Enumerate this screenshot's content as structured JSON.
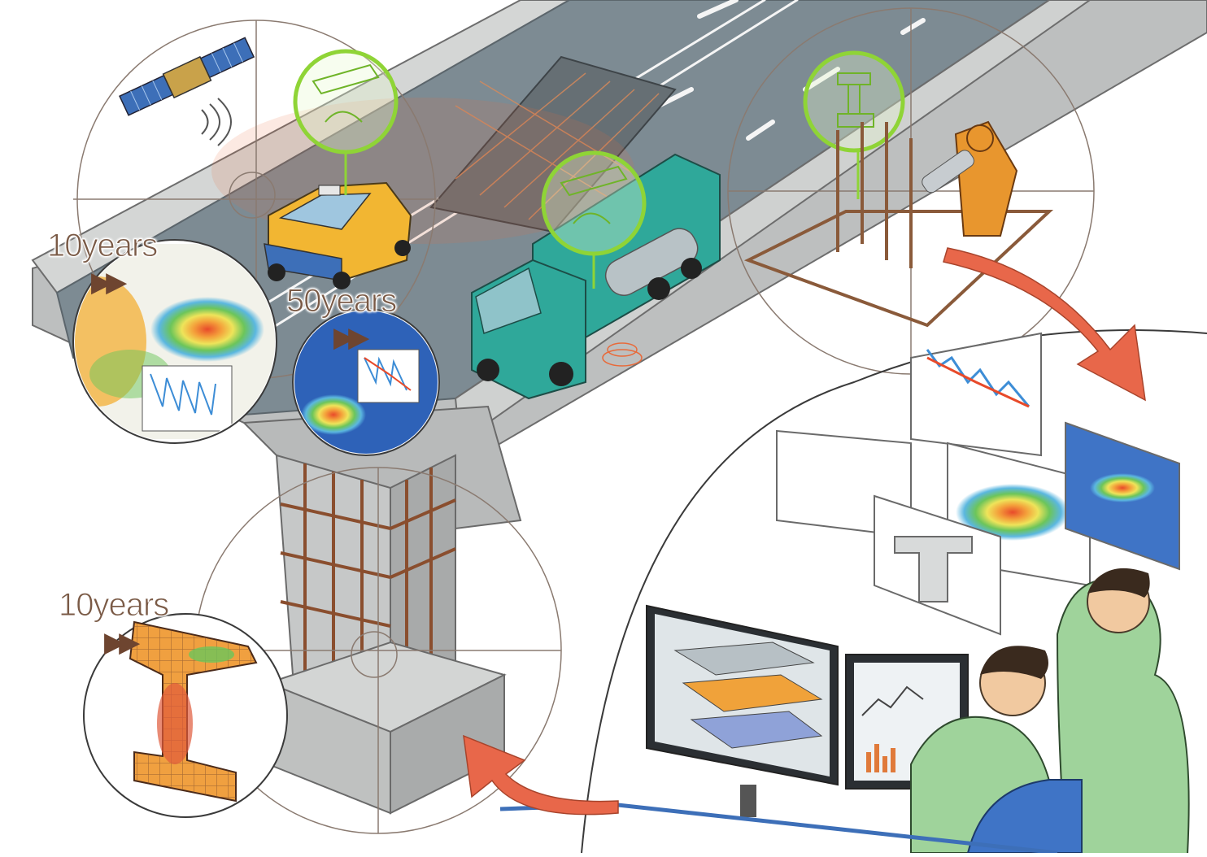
{
  "labels": {
    "deck_10": "10years",
    "deck_50": "50years",
    "pier_10": "10years"
  },
  "icons": {
    "fast_forward": "▶▶"
  },
  "colors": {
    "asphalt": "#7d8b93",
    "concrete": "#c9cbcb",
    "taxi": "#f2b632",
    "truck": "#2fa89a",
    "robot": "#e8962e",
    "sensor_green": "#8fd436",
    "arrow_red": "#e8674a",
    "rust": "#8a4e2e",
    "worker_shirt": "#9fd39b",
    "label_brown": "#7a5a46"
  }
}
